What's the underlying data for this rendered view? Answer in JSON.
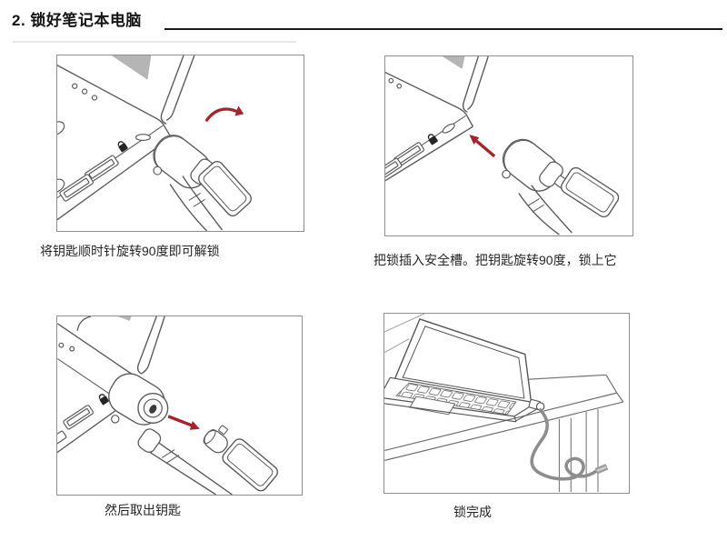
{
  "header": {
    "title": "2. 锁好笔记本电脑"
  },
  "steps": [
    {
      "caption": "将钥匙顺时针旋转90度即可解锁",
      "illustration": "laptop-slot-lock-with-key-rotate-arrow"
    },
    {
      "caption": "把锁插入安全槽。把钥匙旋转90度，锁上它",
      "illustration": "lock-inserting-into-security-slot"
    },
    {
      "caption": "然后取出钥匙",
      "illustration": "key-removed-from-attached-lock"
    },
    {
      "caption": "锁完成",
      "illustration": "laptop-cable-locked-to-desk"
    }
  ],
  "colors": {
    "accent_red": "#a5242d",
    "line_gray": "#5b5b5b",
    "panel_border": "#8f8f8f",
    "screen_shade": "#b5b5b5",
    "cable_gray": "#8d8d8d",
    "rule_dark": "#1c1c1c"
  }
}
